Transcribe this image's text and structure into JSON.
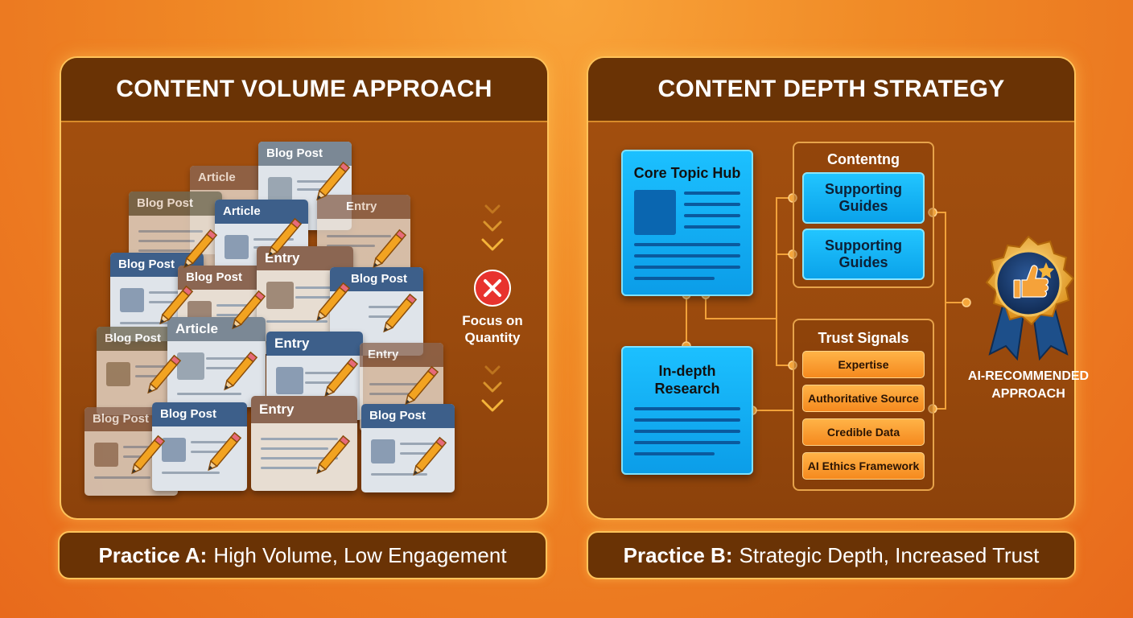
{
  "left_panel": {
    "title": "CONTENT VOLUME APPROACH",
    "cards": [
      {
        "label": "Article"
      },
      {
        "label": "Blog Post"
      },
      {
        "label": "Entry"
      },
      {
        "label": "Blog Post"
      },
      {
        "label": "Article"
      },
      {
        "label": "Blog Post"
      },
      {
        "label": "Blog Post"
      },
      {
        "label": "Entry"
      },
      {
        "label": "Blog Post"
      },
      {
        "label": "Blog Post"
      },
      {
        "label": "Article"
      },
      {
        "label": "Entry"
      },
      {
        "label": "Entry"
      },
      {
        "label": "Blog Post"
      },
      {
        "label": "Blog Post"
      },
      {
        "label": "Entry"
      },
      {
        "label": "Blog Post"
      }
    ],
    "status_icon": "x-circle-icon",
    "status_label_line1": "Focus on",
    "status_label_line2": "Quantity"
  },
  "right_panel": {
    "title": "CONTENT DEPTH STRATEGY",
    "core_hub_label": "Core Topic Hub",
    "research_label_line1": "In-depth",
    "research_label_line2": "Research",
    "content_box_title": "Contentng",
    "supporting_1_line1": "Supporting",
    "supporting_1_line2": "Guides",
    "supporting_2_line1": "Supporting",
    "supporting_2_line2": "Guides",
    "trust_box_title": "Trust Signals",
    "trust_items": [
      "Expertise",
      "Authoritative Source",
      "Credible Data",
      "AI Ethics Framework"
    ],
    "badge_icon": "thumbs-up-badge-icon",
    "badge_label_line1": "AI-RECOMMENDED",
    "badge_label_line2": "APPROACH"
  },
  "practice_a": {
    "bold": "Practice A:",
    "text": "High Volume, Low Engagement"
  },
  "practice_b": {
    "bold": "Practice B:",
    "text": "Strategic Depth, Increased Trust"
  },
  "colors": {
    "background": "#f08a26",
    "panel": "#9a4a0d",
    "header": "#6a3305",
    "cyan": "#1cc0ff",
    "orange_button": "#f5891e",
    "red_x": "#e8332e"
  }
}
